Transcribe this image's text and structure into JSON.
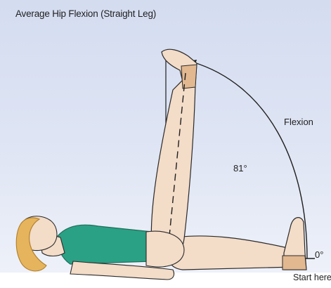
{
  "figure": {
    "title": "Average Hip Flexion (Straight Leg)",
    "motion_label": "Flexion",
    "angle_value": "81°",
    "zero_marker": "0°",
    "start_label": "Start here"
  },
  "colors": {
    "background_top": "#d4dcf0",
    "background_bottom": "#eef1f9",
    "skin": "#f3dcc8",
    "shirt": "#2aa184",
    "hair": "#e6b45c",
    "sock": "#e2b890",
    "line": "#1f1f1f"
  }
}
